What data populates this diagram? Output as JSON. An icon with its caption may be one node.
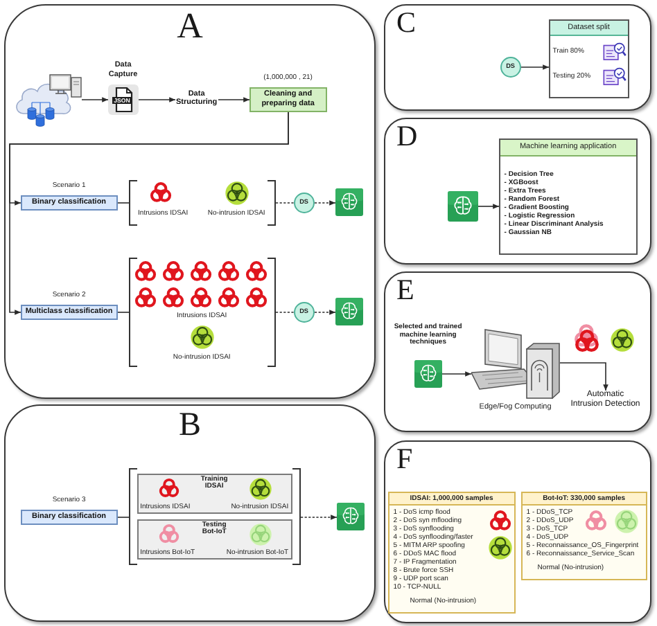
{
  "diagram": {
    "nodes": [
      {
        "text": [
          "A"
        ]
      },
      {
        "text": [],
        "shape": "picture",
        "in": 0
      },
      {
        "text": [
          "JSON"
        ],
        "beside": [
          "Data Capture"
        ],
        "in": 0
      },
      {
        "text": [
          "Data Structuring"
        ],
        "in": 0
      },
      {
        "text": [
          "Cleaning and preparing data"
        ],
        "beside": [
          "(1,000,000 , 21)"
        ],
        "in": 0
      },
      {
        "text": [
          "Binary classification"
        ],
        "beside": [
          "Scenario 1"
        ],
        "in": 0
      },
      {
        "text": [
          "Intrusions IDSAI",
          "No-intrusion IDSAI"
        ],
        "in": 0
      },
      {
        "text": [
          "DS"
        ],
        "in": 0
      },
      {
        "text": [],
        "shape": "picture",
        "in": 0
      },
      {
        "text": [
          "Multiclass classification"
        ],
        "beside": [
          "Scenario 2"
        ],
        "in": 0
      },
      {
        "text": [
          "Intrusions IDSAI",
          "No-intrusion IDSAI"
        ],
        "in": 0
      },
      {
        "text": [
          "DS"
        ],
        "in": 0
      },
      {
        "text": [],
        "shape": "picture",
        "in": 0
      },
      {
        "text": [
          "B"
        ]
      },
      {
        "text": [
          "Binary classification"
        ],
        "beside": [
          "Scenario 3"
        ],
        "in": 13
      },
      {
        "text": [],
        "shape": "bracket",
        "in": 13
      },
      {
        "text": [
          "Training IDSAI",
          "Intrusions IDSAI",
          "No-intrusion IDSAI"
        ],
        "in": 15
      },
      {
        "text": [
          "Testing Bot-IoT",
          "Intrusions Bot-IoT",
          "No-intrusion Bot-IoT"
        ],
        "in": 15
      },
      {
        "text": [],
        "shape": "picture",
        "in": 13
      },
      {
        "text": [
          "C"
        ]
      },
      {
        "text": [
          "DS"
        ],
        "in": 19
      },
      {
        "text": [
          "Dataset split",
          "Train 80%",
          "Testing 20%"
        ],
        "in": 19
      },
      {
        "text": [
          "D"
        ]
      },
      {
        "text": [],
        "shape": "picture",
        "in": 22
      },
      {
        "text": [
          "Machine learning application",
          "- Decision Tree",
          "- XGBoost",
          "- Extra Trees",
          "- Random Forest",
          "- Gradient Boosting",
          "- Logistic Regression",
          "- Linear Discriminant Analysis",
          "- Gaussian NB"
        ],
        "in": 22
      },
      {
        "text": [
          "E"
        ]
      },
      {
        "text": [],
        "shape": "picture",
        "beside": [
          "Selected and trained machine learning techniques"
        ],
        "in": 25
      },
      {
        "text": [],
        "shape": "picture",
        "beside": [
          "Edge/Fog Computing"
        ],
        "in": 25
      },
      {
        "text": [
          "Automatic Intrusion Detection"
        ],
        "in": 25
      },
      {
        "text": [
          "F"
        ]
      },
      {
        "text": [
          "IDSAI: 1,000,000 samples",
          "1 - DoS icmp flood",
          "2 - DoS syn mflooding",
          "3 - DoS synflooding",
          "4 - DoS synflooding/faster",
          "5 - MITM ARP spoofing",
          "6 - DDoS MAC flood",
          "7 - IP Fragmentation",
          "8 - Brute force SSH",
          "9 - UDP port scan",
          "10 - TCP-NULL",
          "Normal (No-intrusion)"
        ],
        "in": 29
      },
      {
        "text": [
          "Bot-IoT: 330,000 samples",
          "1 - DDoS_TCP",
          "2 - DDoS_UDP",
          "3 - DoS_TCP",
          "4 - DoS_UDP",
          "5 - Reconnaissance_OS_Fingerprint",
          "6 - Reconnaissance_Service_Scan",
          "Normal (No-intrusion)"
        ],
        "in": 29
      }
    ],
    "edges": [
      {
        "from": 1,
        "to": 2,
        "arrow": "to"
      },
      {
        "from": 2,
        "to": 3,
        "arrow": "to"
      },
      {
        "from": 3,
        "to": 4,
        "arrow": "to"
      },
      {
        "from": 4,
        "to": 5,
        "arrow": "to"
      },
      {
        "from": 4,
        "to": 9,
        "arrow": "to"
      },
      {
        "from": 5,
        "to": 6,
        "arrow": "none"
      },
      {
        "from": 6,
        "to": 7,
        "arrow": "none",
        "style": "dashed"
      },
      {
        "from": 7,
        "to": 8,
        "arrow": "to",
        "style": "dashed"
      },
      {
        "from": 9,
        "to": 10,
        "arrow": "none"
      },
      {
        "from": 10,
        "to": 11,
        "arrow": "none",
        "style": "dashed"
      },
      {
        "from": 11,
        "to": 12,
        "arrow": "to",
        "style": "dashed"
      },
      {
        "from": 14,
        "to": 15,
        "arrow": "none"
      },
      {
        "from": 15,
        "to": 18,
        "arrow": "to",
        "style": "dashed"
      },
      {
        "from": 20,
        "to": 21,
        "arrow": "to"
      },
      {
        "from": 23,
        "to": 24,
        "arrow": "to"
      },
      {
        "from": 26,
        "to": 27,
        "arrow": "to"
      },
      {
        "from": 27,
        "to": 28,
        "arrow": "to"
      }
    ]
  }
}
